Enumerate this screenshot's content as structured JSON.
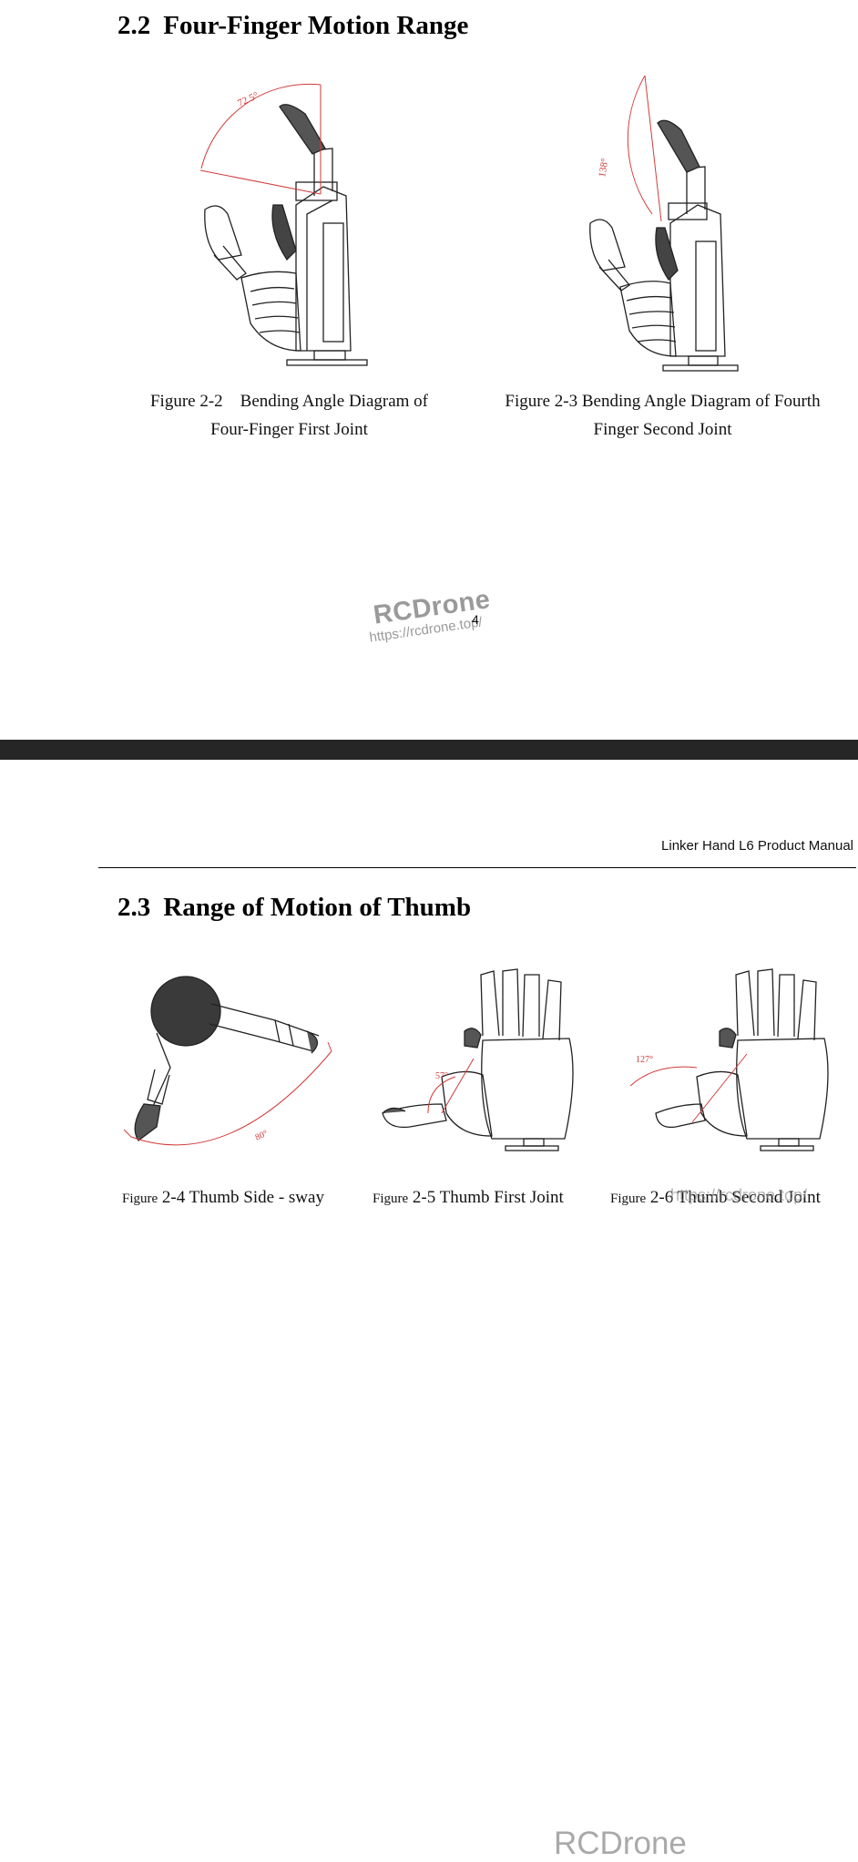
{
  "page_top": {
    "section": {
      "number": "2.2",
      "title": "Four-Finger Motion Range"
    },
    "figures": [
      {
        "angle_label": "72.5°",
        "caption_prefix": "Figure 2-2",
        "caption_line1": "Bending Angle Diagram of",
        "caption_line2": "Four-Finger First Joint"
      },
      {
        "angle_label": "138°",
        "caption_line1": "Figure 2-3 Bending Angle Diagram of Fourth",
        "caption_line2": "Finger Second Joint"
      }
    ],
    "page_number": "4",
    "watermark": {
      "brand": "RCDrone",
      "url": "https://rcdrone.top/"
    }
  },
  "page_bottom": {
    "running_header": "Linker Hand L6 Product Manual",
    "section": {
      "number": "2.3",
      "title": "Range of Motion of Thumb"
    },
    "figures": [
      {
        "angle_label": "80°",
        "caption_prefix": "Figure",
        "caption_text": "2-4 Thumb Side - sway"
      },
      {
        "angle_label": "57°",
        "caption_prefix": "Figure",
        "caption_text": "2-5 Thumb First Joint"
      },
      {
        "angle_label": "127°",
        "caption_prefix": "Figure",
        "caption_text": "2-6 Thumb Second Joint"
      }
    ],
    "watermark": {
      "brand": "RCDrone",
      "url": "https://rcdrone.top/"
    }
  },
  "colors": {
    "page": "#ffffff",
    "separator": "#262626",
    "angle_line": "#d23a3a",
    "drawing": "#222222",
    "watermark": "#9a9a9a"
  }
}
